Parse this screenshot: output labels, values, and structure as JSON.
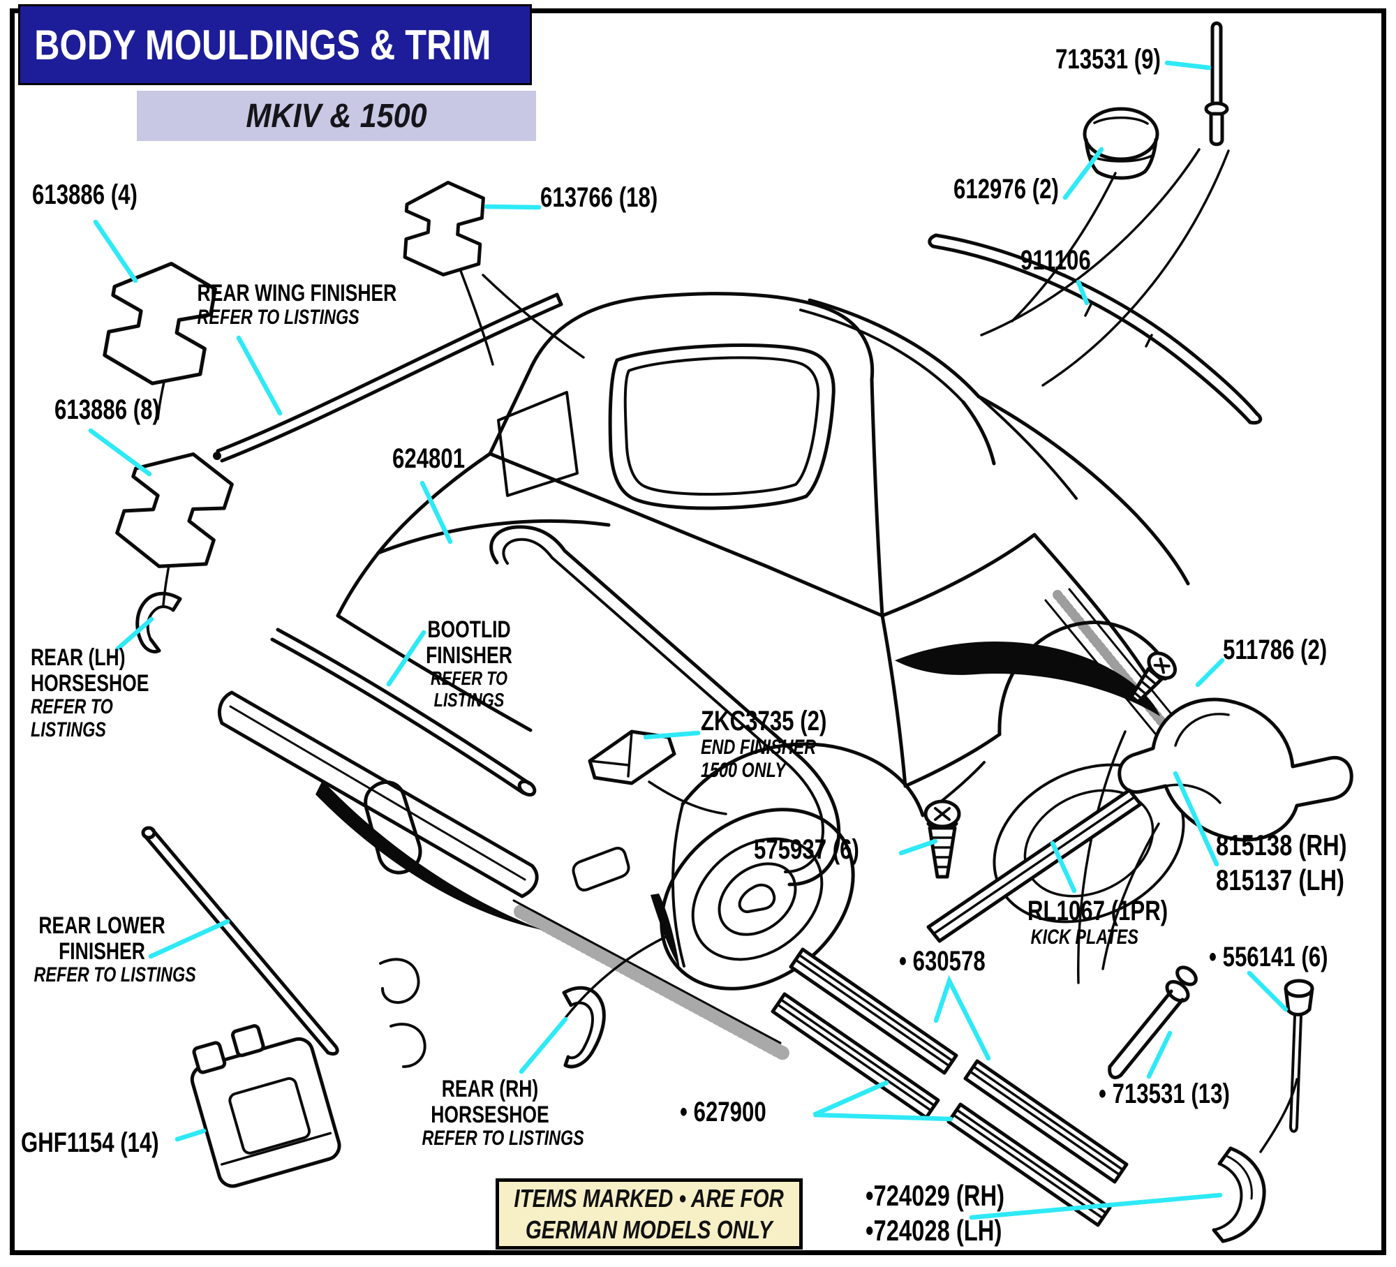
{
  "header": {
    "title": "BODY MOULDINGS & TRIM",
    "subtitle": "MKIV & 1500"
  },
  "note": {
    "line1": "ITEMS MARKED • ARE FOR",
    "line2": "GERMAN MODELS ONLY"
  },
  "colors": {
    "navy": "#1d1d99",
    "lavender": "#c8c8e4",
    "leader_cyan": "#2ee9f6",
    "note_bg": "#f7f0c6",
    "ink": "#000000"
  },
  "labels": {
    "p613886_4": "613886 (4)",
    "p613766_18": "613766 (18)",
    "rwf1": "REAR WING FINISHER",
    "rwf2": "REFER TO LISTINGS",
    "p613886_8": "613886 (8)",
    "rlh1": "REAR (LH)",
    "rlh2": "HORSESHOE",
    "rlh3": "REFER TO",
    "rlh4": "LISTINGS",
    "p624801": "624801",
    "bf1": "BOOTLID",
    "bf2": "FINISHER",
    "bf3": "REFER TO",
    "bf4": "LISTINGS",
    "zkc1": "ZKC3735 (2)",
    "zkc2": "END FINISHER",
    "zkc3": "1500 ONLY",
    "p575937": "575937 (6)",
    "p511786": "511786 (2)",
    "p815138": "815138 (RH)",
    "p815137": "815137 (LH)",
    "rl1067a": "RL1067 (1PR)",
    "rl1067b": "KICK PLATES",
    "p556141": "• 556141 (6)",
    "p713531_13": "• 713531 (13)",
    "p630578": "• 630578",
    "p627900": "• 627900",
    "rlf1": "REAR LOWER",
    "rlf2": "FINISHER",
    "rlf3": "REFER TO LISTINGS",
    "ghf1154": "GHF1154 (14)",
    "rrh1": "REAR (RH)",
    "rrh2": "HORSESHOE",
    "rrh3": "REFER TO LISTINGS",
    "p724029": "•724029 (RH)",
    "p724028": "•724028 (LH)",
    "p713531_9": "713531 (9)",
    "p612976": "612976 (2)",
    "p911106": "911106"
  }
}
